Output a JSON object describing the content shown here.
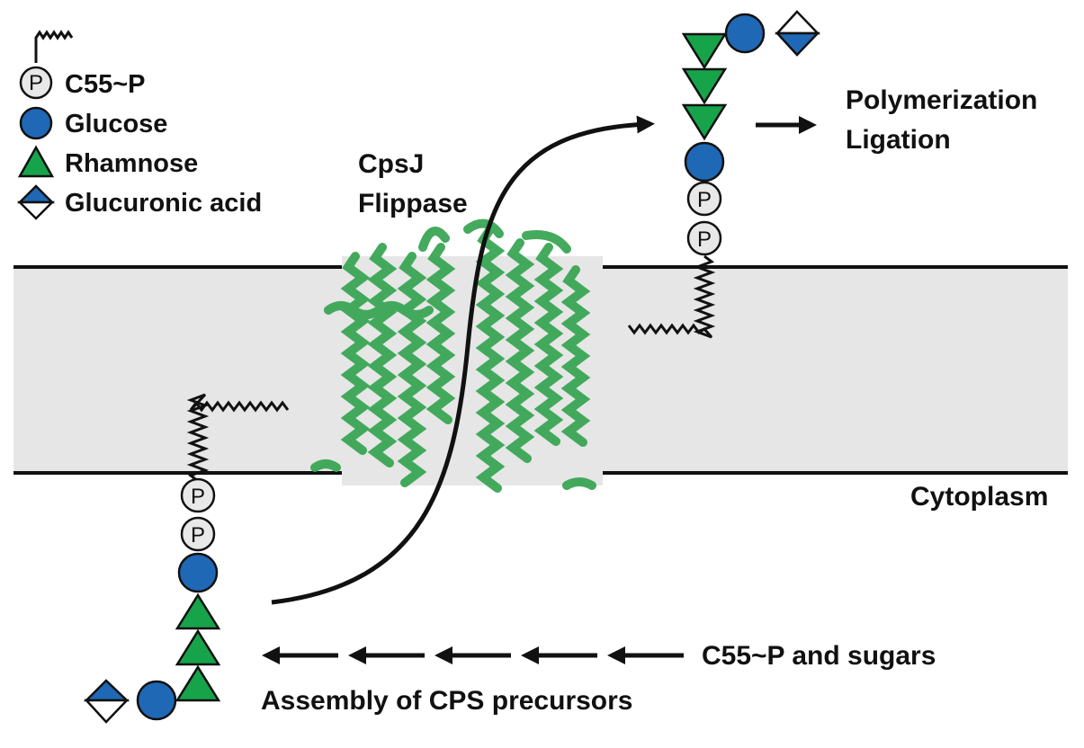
{
  "legend": {
    "items": [
      {
        "symbol": "phosphate-lipid",
        "label": "C55~P"
      },
      {
        "symbol": "circle",
        "label": "Glucose"
      },
      {
        "symbol": "triangle",
        "label": "Rhamnose"
      },
      {
        "symbol": "diamond",
        "label": "Glucuronic acid"
      }
    ]
  },
  "protein": {
    "name": "CpsJ",
    "role": "Flippase"
  },
  "process": {
    "outside": {
      "line1": "Polymerization",
      "line2": "Ligation"
    },
    "inside": {
      "source": "C55~P and sugars",
      "assembly": "Assembly of CPS precursors"
    }
  },
  "compartment": {
    "cytoplasm": "Cytoplasm"
  },
  "phosphate_letter": "P",
  "colors": {
    "glucose": "#1f68b5",
    "rhamnose": "#17a34a",
    "glucuronic_acid": "#1f68b5",
    "membrane": "#e6e6e6",
    "protein": "#3aa655",
    "phosphate_fill": "#e8e8e8",
    "line": "#111111"
  }
}
